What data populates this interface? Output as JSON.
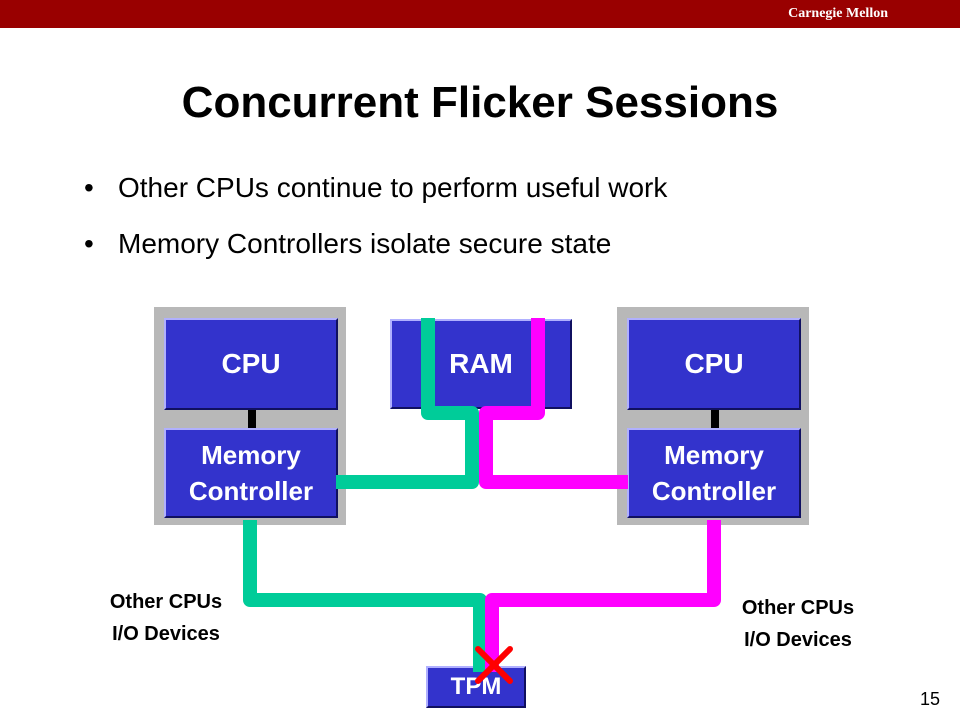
{
  "header": {
    "brand": "Carnegie Mellon"
  },
  "slide": {
    "title": "Concurrent Flicker Sessions",
    "bullets": [
      "Other CPUs continue to perform useful work",
      "Memory Controllers isolate secure state"
    ],
    "page_number": "15"
  },
  "diagram": {
    "left": {
      "cpu": "CPU",
      "memory_controller": "Memory\nController"
    },
    "right": {
      "cpu": "CPU",
      "memory_controller": "Memory\nController"
    },
    "ram": "RAM",
    "tpm": "TPM",
    "left_io_label": "Other CPUs\nI/O Devices",
    "right_io_label": "Other CPUs\nI/O Devices",
    "colors": {
      "box_fill": "#3333cc",
      "panel": "#b8b8b8",
      "teal_path": "#00cc99",
      "magenta_path": "#ff00ff",
      "blocked_x": "#ff0000",
      "header_bar": "#990000"
    },
    "icons": [
      "blocked-x-icon"
    ]
  }
}
